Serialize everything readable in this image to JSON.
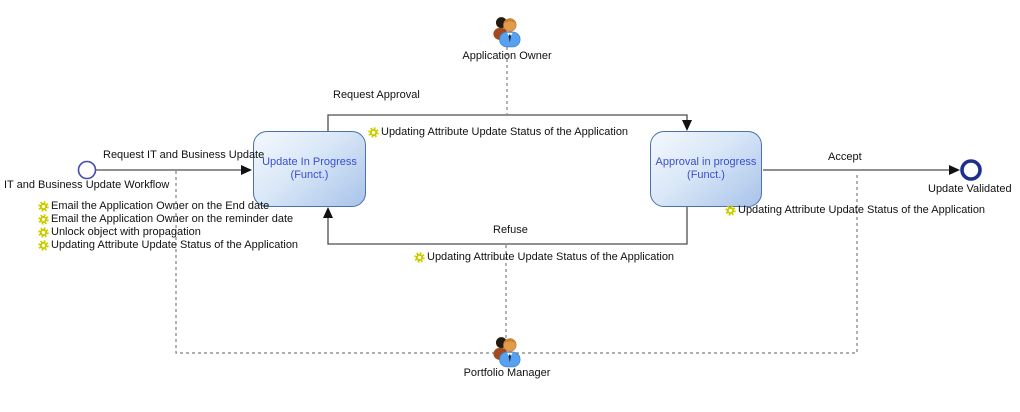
{
  "workflow": {
    "start": {
      "label": "IT and Business Update Workflow",
      "transition_label": "Request IT and Business Update"
    },
    "states": [
      {
        "label": "Update In Progress",
        "sublabel": "(Funct.)"
      },
      {
        "label": "Approval in progress",
        "sublabel": "(Funct.)"
      }
    ],
    "end": {
      "label": "Update Validated"
    },
    "transitions": {
      "request_approval": "Request Approval",
      "accept": "Accept",
      "refuse": "Refuse"
    },
    "actors": [
      {
        "name": "Application Owner"
      },
      {
        "name": "Portfolio Manager"
      }
    ],
    "start_actions": [
      "Email the Application Owner on the End date",
      "Email the Application Owner on the reminder date",
      "Unlock object with propagation",
      "Updating Attribute Update Status of the Application"
    ],
    "transition_actions": {
      "request_approval": "Updating Attribute Update Status of the Application",
      "refuse": "Updating Attribute Update Status of the Application",
      "accept": "Updating Attribute Update Status of the Application"
    },
    "colors": {
      "line": "#4d4d4d",
      "dashed": "#7f7f7f",
      "start_ring": "#4949b0",
      "end_ring": "#1c2f8a",
      "state_border": "#4a72ae",
      "state_fill_dark": "#a8c3e9",
      "state_text": "#3a4ecf",
      "gear": "#d2d200"
    }
  }
}
